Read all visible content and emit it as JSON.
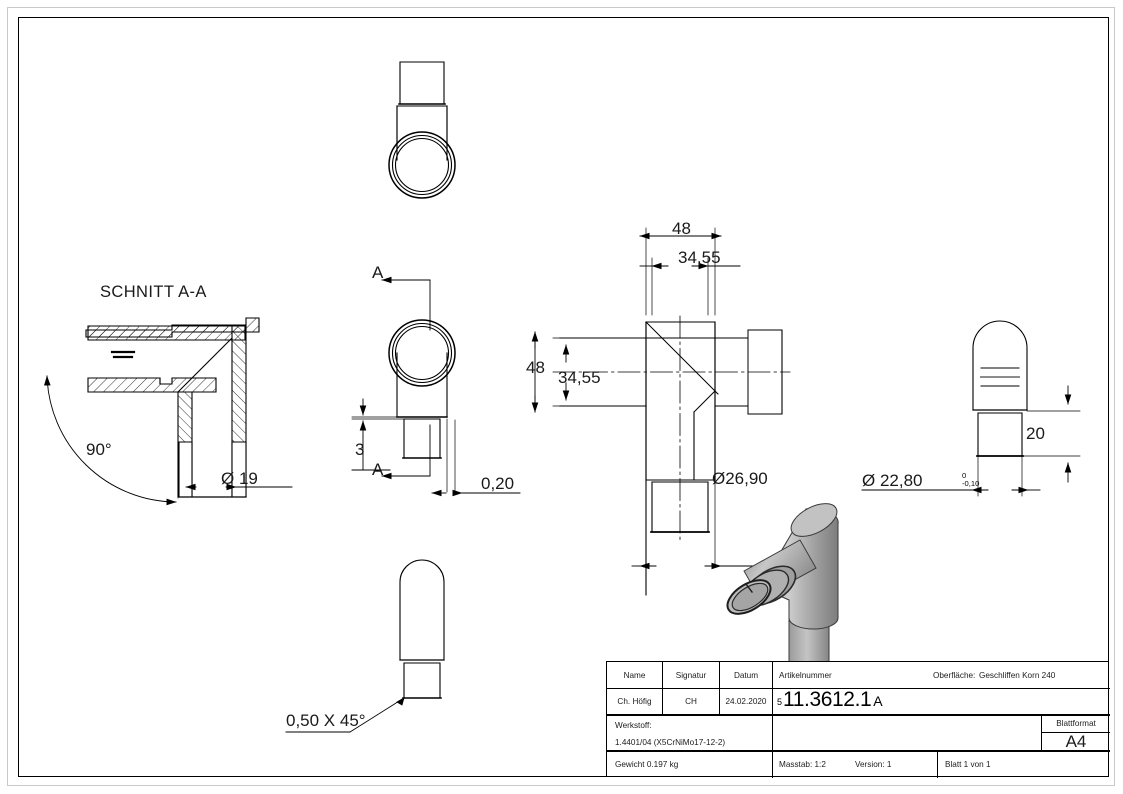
{
  "sheet": {
    "format": "A4",
    "orientation": "landscape"
  },
  "views": {
    "section_view": {
      "title": "SCHNITT A-A",
      "angle_label": "90°",
      "diameter_label": "Ø 19"
    },
    "front_view": {
      "section_mark_top": "A",
      "section_mark_bottom": "A",
      "dim_step": "3",
      "dim_wall": "0,20"
    },
    "top_view": {},
    "center_view": {
      "dim_width_outer": "48",
      "dim_width_inner": "34,55",
      "dim_height_outer": "48",
      "dim_height_inner": "34,55",
      "dim_diameter": "Ø26,90"
    },
    "right_view": {
      "dim_diameter": "Ø 22,80",
      "tolerance_upper": "0",
      "tolerance_lower": "-0,10",
      "dim_length": "20"
    },
    "bottom_view": {
      "chamfer_note": "0,50 X 45°"
    },
    "iso_view": {
      "name": "isometric-3d-model"
    }
  },
  "title_block": {
    "headers": {
      "name": "Name",
      "signature": "Signatur",
      "date": "Datum",
      "article_number": "Artikelnummer",
      "surface": "Oberfläche:",
      "material": "Werkstoff:",
      "sheet_format": "Blattformat"
    },
    "values": {
      "name": "Ch. Höfig",
      "signature": "CH",
      "date": "24.02.2020",
      "article_prefix": "5",
      "article_number": "11.3612.1",
      "article_suffix": "A",
      "surface": "Geschliffen Korn 240",
      "material": "1.4401/04 (X5CrNiMo17-12-2)",
      "weight": "Gewicht 0.197 kg",
      "scale": "Masstab: 1:2",
      "version": "Version: 1",
      "sheet": "Blatt 1 von 1",
      "sheet_format": "A4"
    }
  },
  "colors": {
    "line": "#000000",
    "frame": "#000000",
    "text": "#1a1a1a",
    "iso_light": "#c9c9c9",
    "iso_mid": "#a8a8a8",
    "iso_dark": "#8a8a8a",
    "page_edge": "#c9c9c9"
  }
}
